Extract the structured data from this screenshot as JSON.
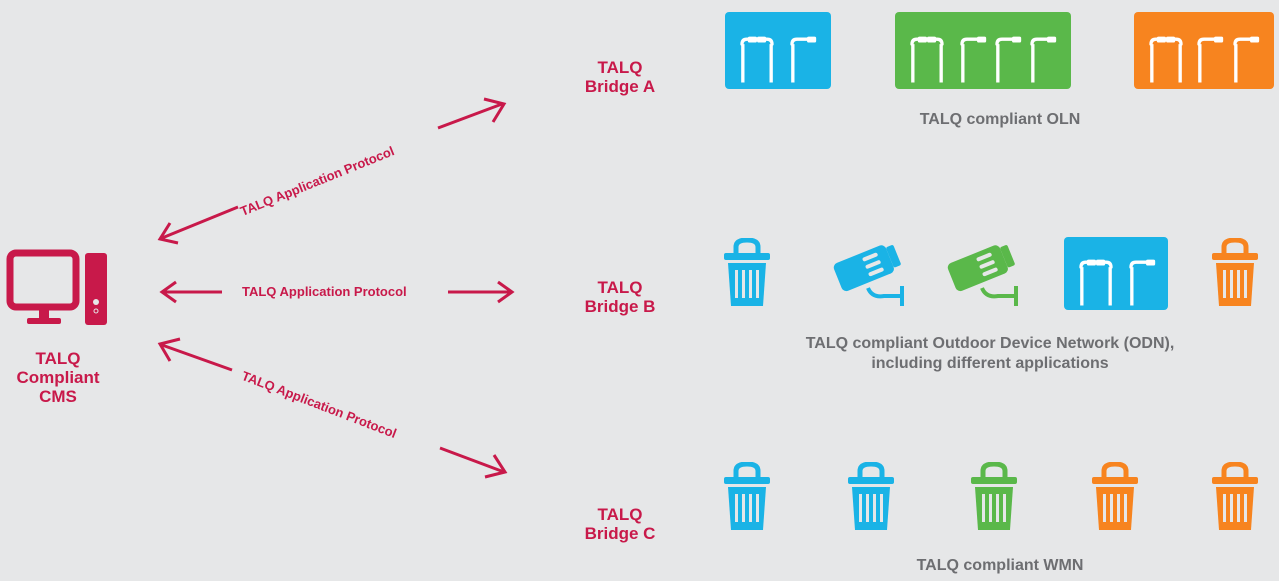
{
  "cms": {
    "line1": "TALQ",
    "line2": "Compliant",
    "line3": "CMS",
    "icon": "computer-icon"
  },
  "protocol_label": "TALQ Application Protocol",
  "bridges": [
    {
      "line1": "TALQ",
      "line2": "Bridge A"
    },
    {
      "line1": "TALQ",
      "line2": "Bridge B"
    },
    {
      "line1": "TALQ",
      "line2": "Bridge C"
    }
  ],
  "networks": [
    {
      "label": "TALQ compliant OLN",
      "devices": [
        "streetlight-group-icon",
        "streetlight-group-icon",
        "streetlight-group-icon"
      ]
    },
    {
      "label_line1": "TALQ compliant Outdoor Device Network (ODN),",
      "label_line2": "including different applications",
      "devices": [
        "waste-bin-icon",
        "camera-icon",
        "camera-icon",
        "streetlight-group-icon",
        "waste-bin-icon"
      ]
    },
    {
      "label": "TALQ compliant WMN",
      "devices": [
        "waste-bin-icon",
        "waste-bin-icon",
        "waste-bin-icon",
        "waste-bin-icon",
        "waste-bin-icon"
      ]
    }
  ],
  "colors": {
    "accent": "#c8194a",
    "blue": "#1ab3e6",
    "green": "#5ab84a",
    "orange": "#f7841f",
    "text_gray": "#6d6e71",
    "background": "#e6e7e8"
  }
}
